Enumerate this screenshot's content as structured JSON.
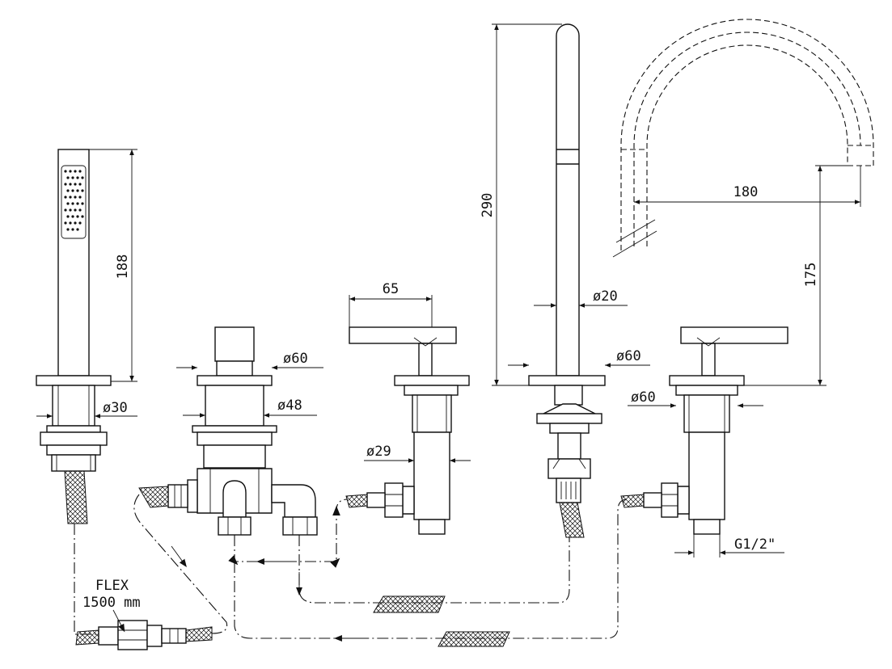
{
  "diagram": {
    "dimensions": {
      "hand_shower_length": "188",
      "hand_shower_diameter": "ø30",
      "diverter_rosette": "ø60",
      "diverter_body": "ø48",
      "handle_length": "65",
      "valve_body": "ø29",
      "spout_height": "290",
      "spout_diameter": "ø20",
      "spout_rosette": "ø60",
      "spout_projection": "180",
      "spout_outlet_height": "175",
      "right_valve_rosette": "ø60",
      "connection_thread": "G1/2\""
    },
    "flex_label": "FLEX",
    "flex_length": "1500 mm"
  }
}
